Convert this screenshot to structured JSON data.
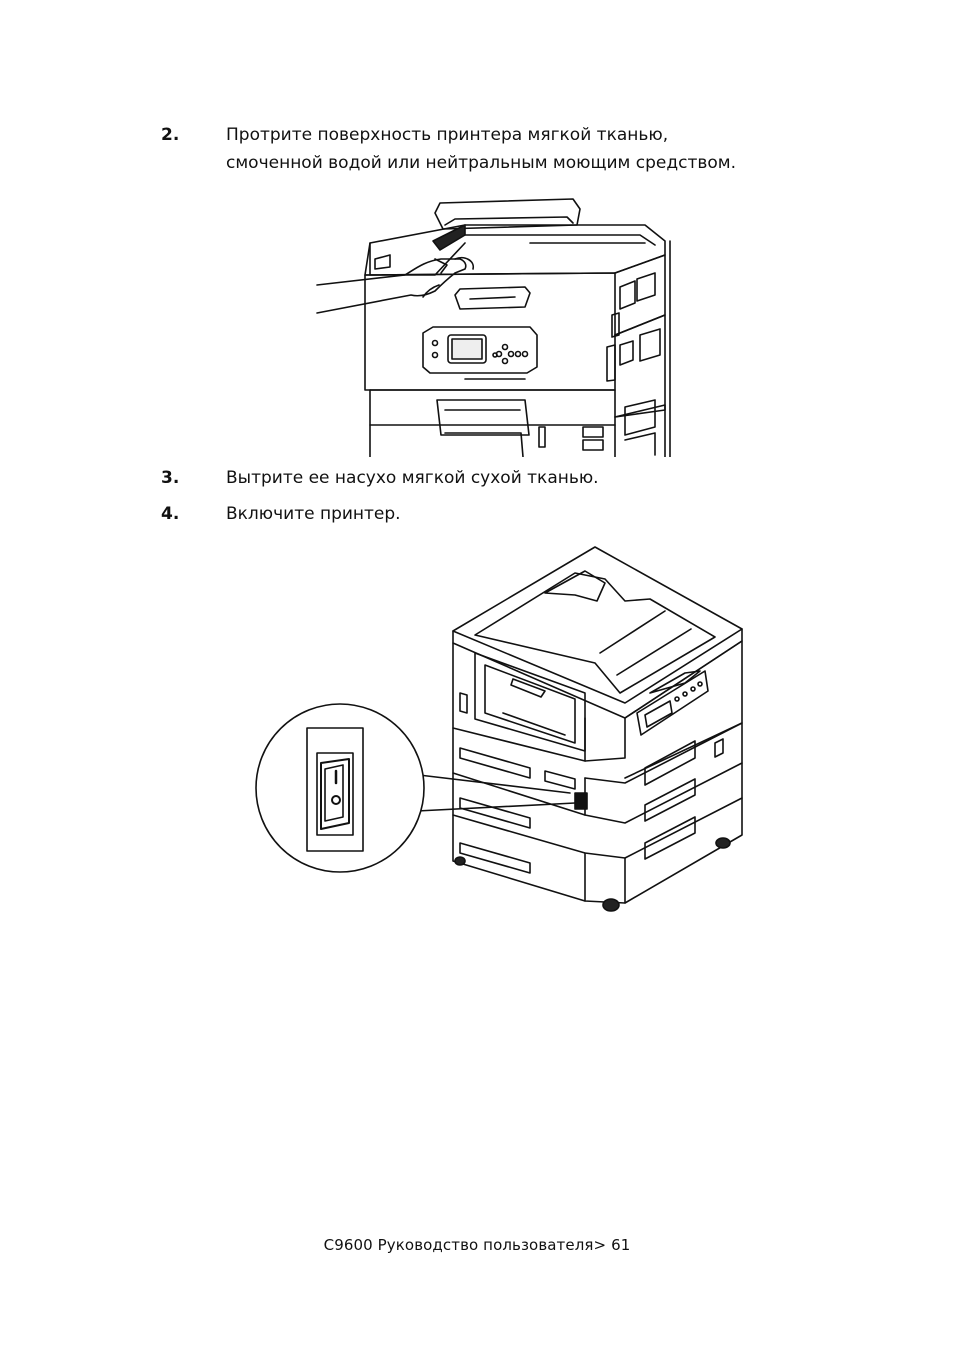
{
  "steps": [
    {
      "number": "2.",
      "lines": [
        "Протрите поверхность принтера мягкой тканью,",
        "смоченной водой или нейтральным моющим средством."
      ]
    },
    {
      "number": "3.",
      "lines": [
        "Вытрите ее насухо мягкой сухой тканью."
      ]
    },
    {
      "number": "4.",
      "lines": [
        "Включите принтер."
      ]
    }
  ],
  "figures": {
    "cleaning": {
      "icon": "printer-cleaning-illustration"
    },
    "power_on": {
      "icon": "printer-power-switch-illustration"
    }
  },
  "footer": {
    "text": "C9600 Руководство пользователя> 61"
  }
}
